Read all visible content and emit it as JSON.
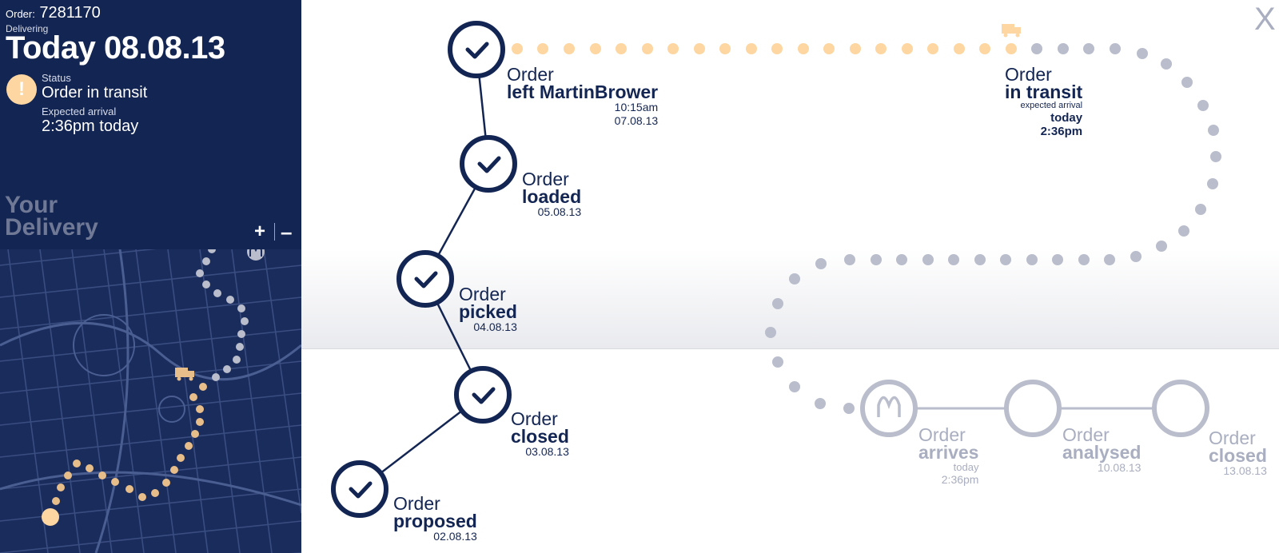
{
  "sidebar": {
    "order_label": "Order:",
    "order_number": "7281170",
    "delivering_label": "Delivering",
    "date_heading": "Today 08.08.13",
    "status_icon": "!",
    "status_label": "Status",
    "status_value": "Order in transit",
    "expected_label": "Expected arrival",
    "expected_value": "2:36pm today",
    "map_title_line1": "Your",
    "map_title_line2": "Delivery",
    "zoom_in": "+",
    "zoom_out": "–"
  },
  "close_label": "X",
  "steps": {
    "proposed": {
      "line1": "Order",
      "line2": "proposed",
      "date": "02.08.13"
    },
    "closed": {
      "line1": "Order",
      "line2": "closed",
      "date": "03.08.13"
    },
    "picked": {
      "line1": "Order",
      "line2": "picked",
      "date": "04.08.13"
    },
    "loaded": {
      "line1": "Order",
      "line2": "loaded",
      "date": "05.08.13"
    },
    "left": {
      "line1": "Order",
      "line2_a": "left Martin",
      "line2_b": "Brower",
      "time": "10:15am",
      "date": "07.08.13"
    },
    "transit": {
      "line1": "Order",
      "line2": "in transit",
      "sub": "expected arrival",
      "day": "today",
      "time": "2:36pm"
    },
    "arrives": {
      "line1": "Order",
      "line2": "arrives",
      "day": "today",
      "time": "2:36pm"
    },
    "analysed": {
      "line1": "Order",
      "line2": "analysed",
      "date": "10.08.13"
    },
    "final_closed": {
      "line1": "Order",
      "line2": "closed",
      "date": "13.08.13"
    }
  },
  "colors": {
    "navy": "#132552",
    "peach": "#fdd6a1",
    "gray": "#b9bdcc"
  },
  "icons": {
    "check": "check-icon",
    "truck": "truck-icon",
    "brand": "mcdonalds-logo-icon",
    "warning": "warning-icon"
  }
}
